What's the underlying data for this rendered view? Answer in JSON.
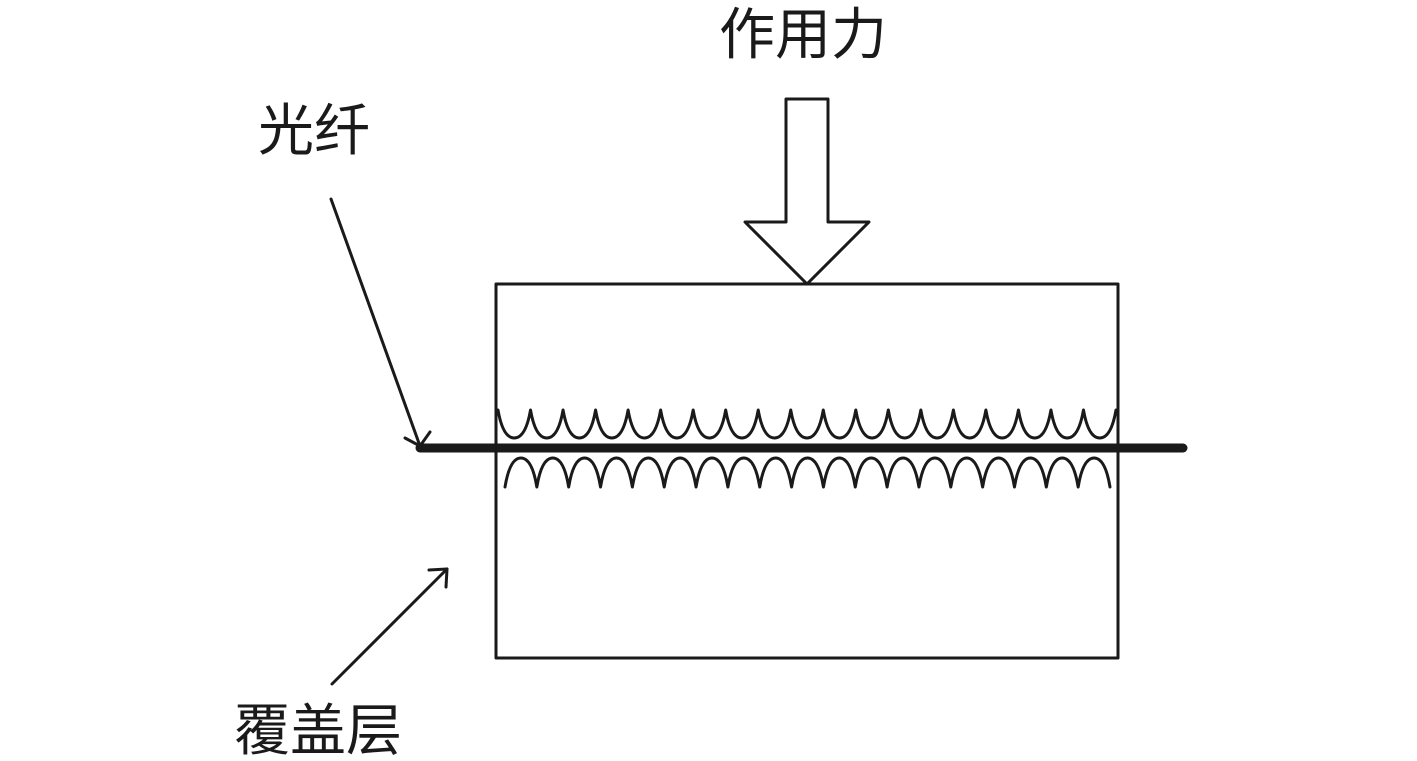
{
  "labels": {
    "force": "作用力",
    "fiber": "光纤",
    "coating": "覆盖层"
  },
  "colors": {
    "ink": "#1a1a1a",
    "background": "#ffffff"
  }
}
